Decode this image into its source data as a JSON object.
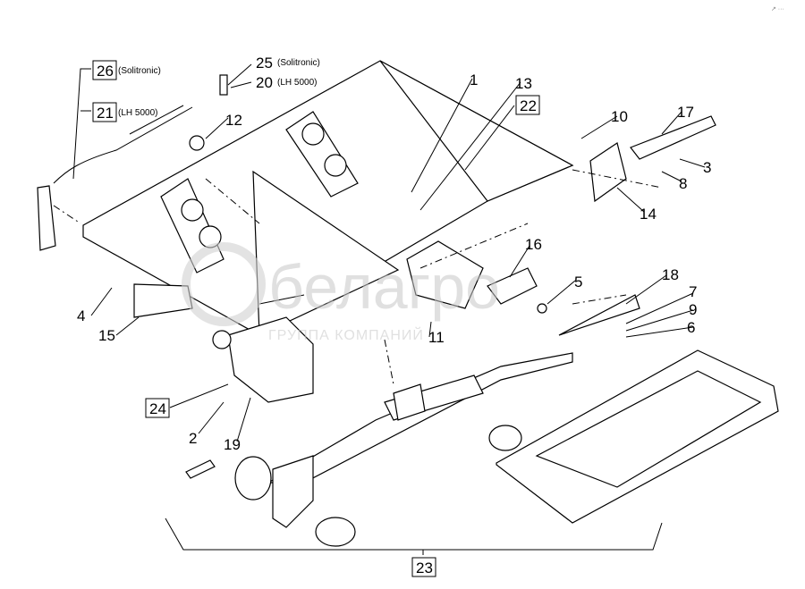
{
  "watermark": {
    "logo_text": "белагро",
    "tagline": "ГРУППА КОМПАНИЙ"
  },
  "corner_mark": "↗ ···",
  "callouts": [
    {
      "id": "26",
      "boxed": true,
      "note": "(Solitronic)"
    },
    {
      "id": "21",
      "boxed": true,
      "note": "(LH 5000)"
    },
    {
      "id": "25",
      "boxed": false,
      "note": "(Solitronic)"
    },
    {
      "id": "20",
      "boxed": false,
      "note": "(LH 5000)"
    },
    {
      "id": "12",
      "boxed": false
    },
    {
      "id": "1",
      "boxed": false
    },
    {
      "id": "13",
      "boxed": false
    },
    {
      "id": "22",
      "boxed": true
    },
    {
      "id": "10",
      "boxed": false
    },
    {
      "id": "17",
      "boxed": false
    },
    {
      "id": "3",
      "boxed": false
    },
    {
      "id": "8",
      "boxed": false
    },
    {
      "id": "14",
      "boxed": false
    },
    {
      "id": "16",
      "boxed": false
    },
    {
      "id": "5",
      "boxed": false
    },
    {
      "id": "18",
      "boxed": false
    },
    {
      "id": "7",
      "boxed": false
    },
    {
      "id": "9",
      "boxed": false
    },
    {
      "id": "6",
      "boxed": false
    },
    {
      "id": "11",
      "boxed": false
    },
    {
      "id": "4",
      "boxed": false
    },
    {
      "id": "15",
      "boxed": false
    },
    {
      "id": "24",
      "boxed": true
    },
    {
      "id": "2",
      "boxed": false
    },
    {
      "id": "19",
      "boxed": false
    },
    {
      "id": "23",
      "boxed": true
    }
  ]
}
